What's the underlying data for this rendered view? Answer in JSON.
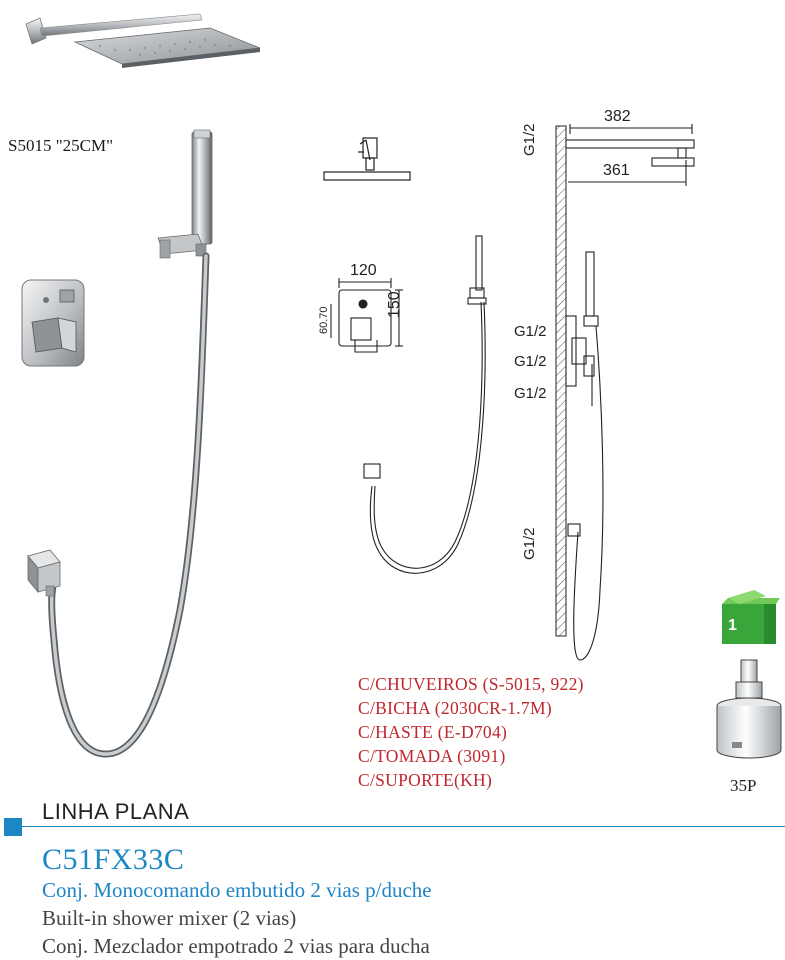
{
  "product": {
    "model_label": "S5015 \"25CM\"",
    "dimensions": {
      "arm_top": "382",
      "arm_length": "361",
      "mixer_width": "120",
      "mixer_height": "150",
      "mixer_offset": "60.70",
      "thread": "G1/2"
    },
    "components": [
      "C/CHUVEIROS (S-5015, 922)",
      "C/BICHA (2030CR-1.7M)",
      "C/HASTE (E-D704)",
      "C/TOMADA (3091)",
      "C/SUPORTE(KH)"
    ],
    "box_badge": "1",
    "cartridge_label": "35P",
    "line_name": "LINHA PLANA",
    "code": "C51FX33C",
    "description_pt": "Conj. Monocomando embutido 2 vias p/duche",
    "description_en": "Built-in shower mixer (2 vias)",
    "description_es": "Conj. Mezclador empotrado 2 vias para ducha"
  },
  "colors": {
    "brand_blue": "#1d86c4",
    "spec_red": "#c0262d",
    "box_green": "#3aa53a"
  }
}
